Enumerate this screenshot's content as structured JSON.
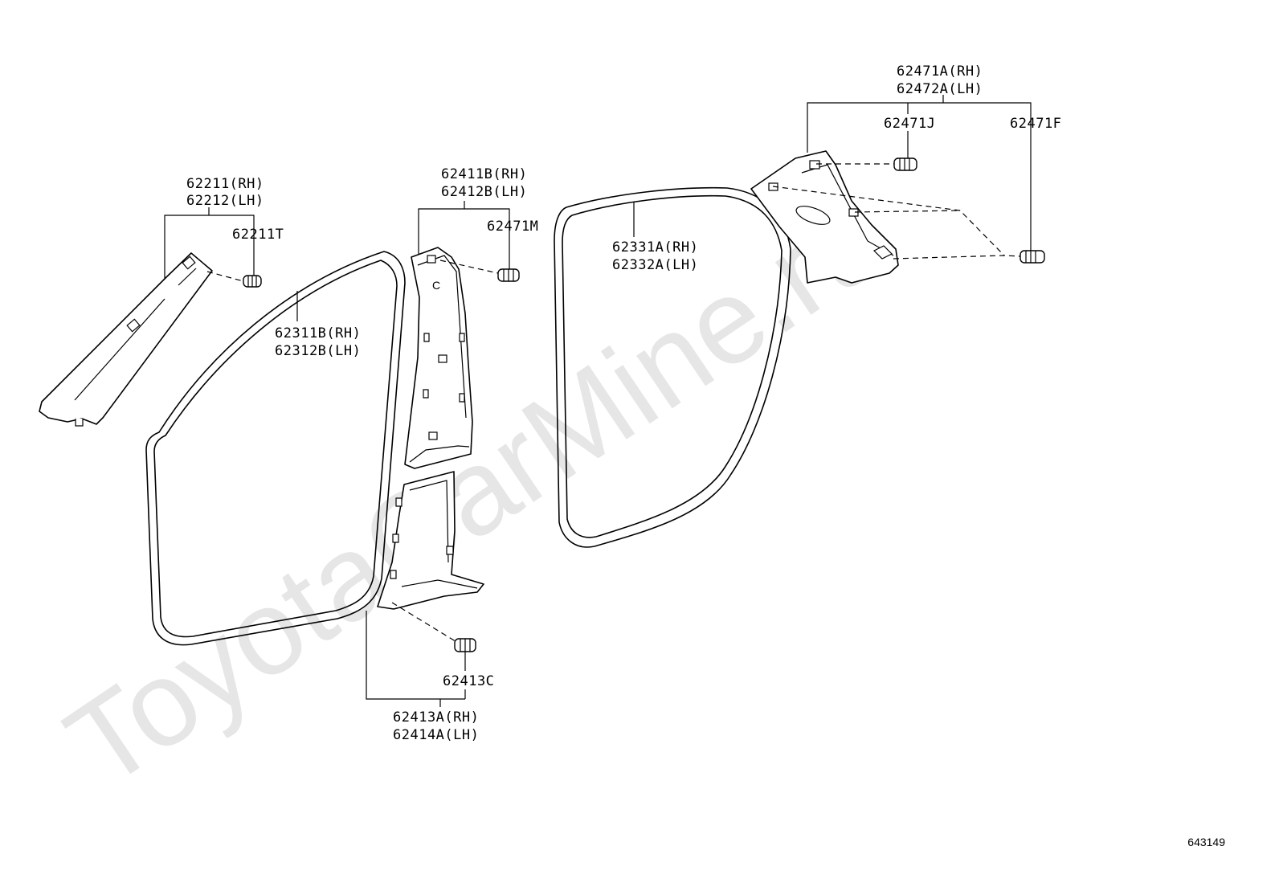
{
  "watermark": "ToyotaCarMine.ru",
  "diagram_ref": "643149",
  "labels": {
    "a_pillar": [
      "62211(RH)",
      "62212(LH)"
    ],
    "a_pillar_clip": "62211T",
    "front_seal": [
      "62311B(RH)",
      "62312B(LH)"
    ],
    "b_pillar_upper": [
      "62411B(RH)",
      "62412B(LH)"
    ],
    "b_pillar_clip": "62471M",
    "rear_seal": [
      "62331A(RH)",
      "62332A(LH)"
    ],
    "c_pillar": [
      "62471A(RH)",
      "62472A(LH)"
    ],
    "c_pillar_clip_j": "62471J",
    "c_pillar_clip_f": "62471F",
    "b_pillar_lower_clip": "62413C",
    "b_pillar_lower": [
      "62413A(RH)",
      "62414A(LH)"
    ]
  }
}
